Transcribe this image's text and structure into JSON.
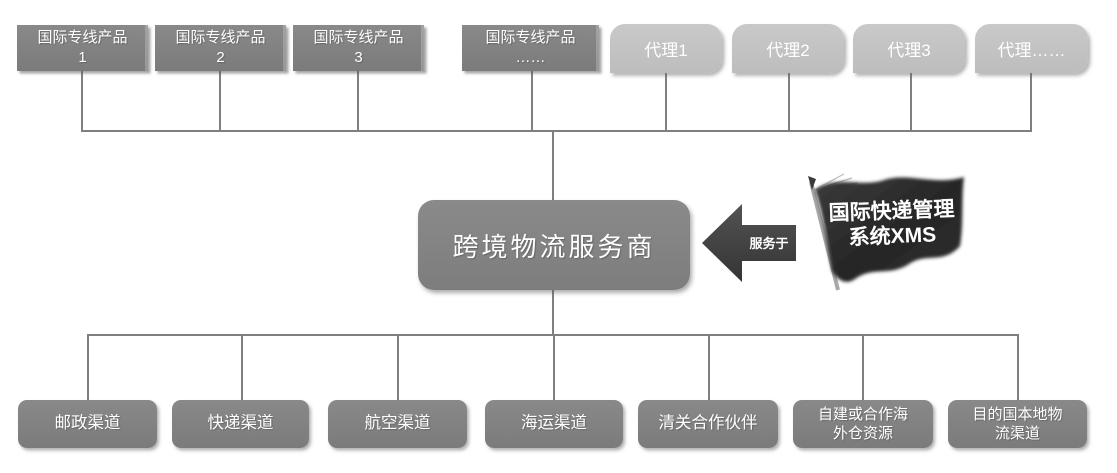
{
  "nodes": {
    "products": [
      "国际专线产品\n1",
      "国际专线产品\n2",
      "国际专线产品\n3",
      "国际专线产品\n……"
    ],
    "agents": [
      "代理1",
      "代理2",
      "代理3",
      "代理……"
    ],
    "center": "跨境物流服务商",
    "arrow_label": "服务于",
    "flag": {
      "line1": "国际快递管理",
      "line2": "系统XMS"
    },
    "channels": [
      "邮政渠道",
      "快递渠道",
      "航空渠道",
      "海运渠道",
      "清关合作伙伴",
      "自建或合作海\n外仓资源",
      "目的国本地物\n流渠道"
    ]
  },
  "colors": {
    "box_dark": "#7f7f7f",
    "box_light": "#c2c2c2",
    "connector": "#7f7f7f",
    "arrow": "#3f3f3f",
    "flag": "#2b2b2b",
    "text": "#ffffff"
  }
}
